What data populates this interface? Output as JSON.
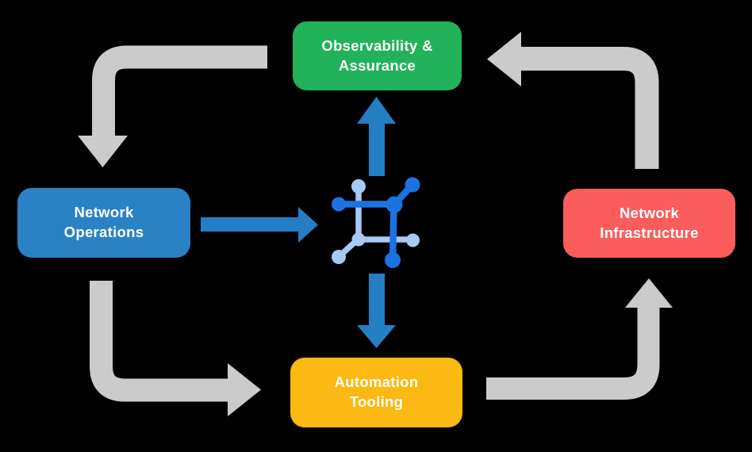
{
  "diagram": {
    "background": "#000000",
    "nodes": [
      {
        "id": "observability",
        "label": "Observability & Assurance",
        "lines": [
          "Observability &",
          "Assurance"
        ],
        "color": "#22b259"
      },
      {
        "id": "operations",
        "label": "Network Operations",
        "lines": [
          "Network",
          "Operations"
        ],
        "color": "#2a82c4"
      },
      {
        "id": "infrastructure",
        "label": "Network Infrastructure",
        "lines": [
          "Network",
          "Infrastructure"
        ],
        "color": "#fb5c5c"
      },
      {
        "id": "automation",
        "label": "Automation Tooling",
        "lines": [
          "Automation",
          "Tooling"
        ],
        "color": "#fcb813"
      }
    ],
    "center_icon": {
      "name": "network-automation-icon",
      "dark_color": "#1a73e0",
      "light_color": "#a7c9f4"
    },
    "colors": {
      "cycle_arrow": "#cbcbcb",
      "flow_arrow": "#247ec4",
      "text": "#ffffff"
    },
    "cycle_arrows": [
      {
        "name": "observability-to-operations",
        "direction": "left-then-down"
      },
      {
        "name": "operations-to-automation",
        "direction": "down-then-right"
      },
      {
        "name": "automation-to-infrastructure",
        "direction": "right-then-up"
      },
      {
        "name": "infrastructure-to-observability",
        "direction": "up-then-left"
      }
    ],
    "flow_arrows": [
      {
        "name": "operations-to-icon",
        "direction": "right"
      },
      {
        "name": "icon-to-observability",
        "direction": "up"
      },
      {
        "name": "icon-to-automation",
        "direction": "down"
      }
    ]
  }
}
